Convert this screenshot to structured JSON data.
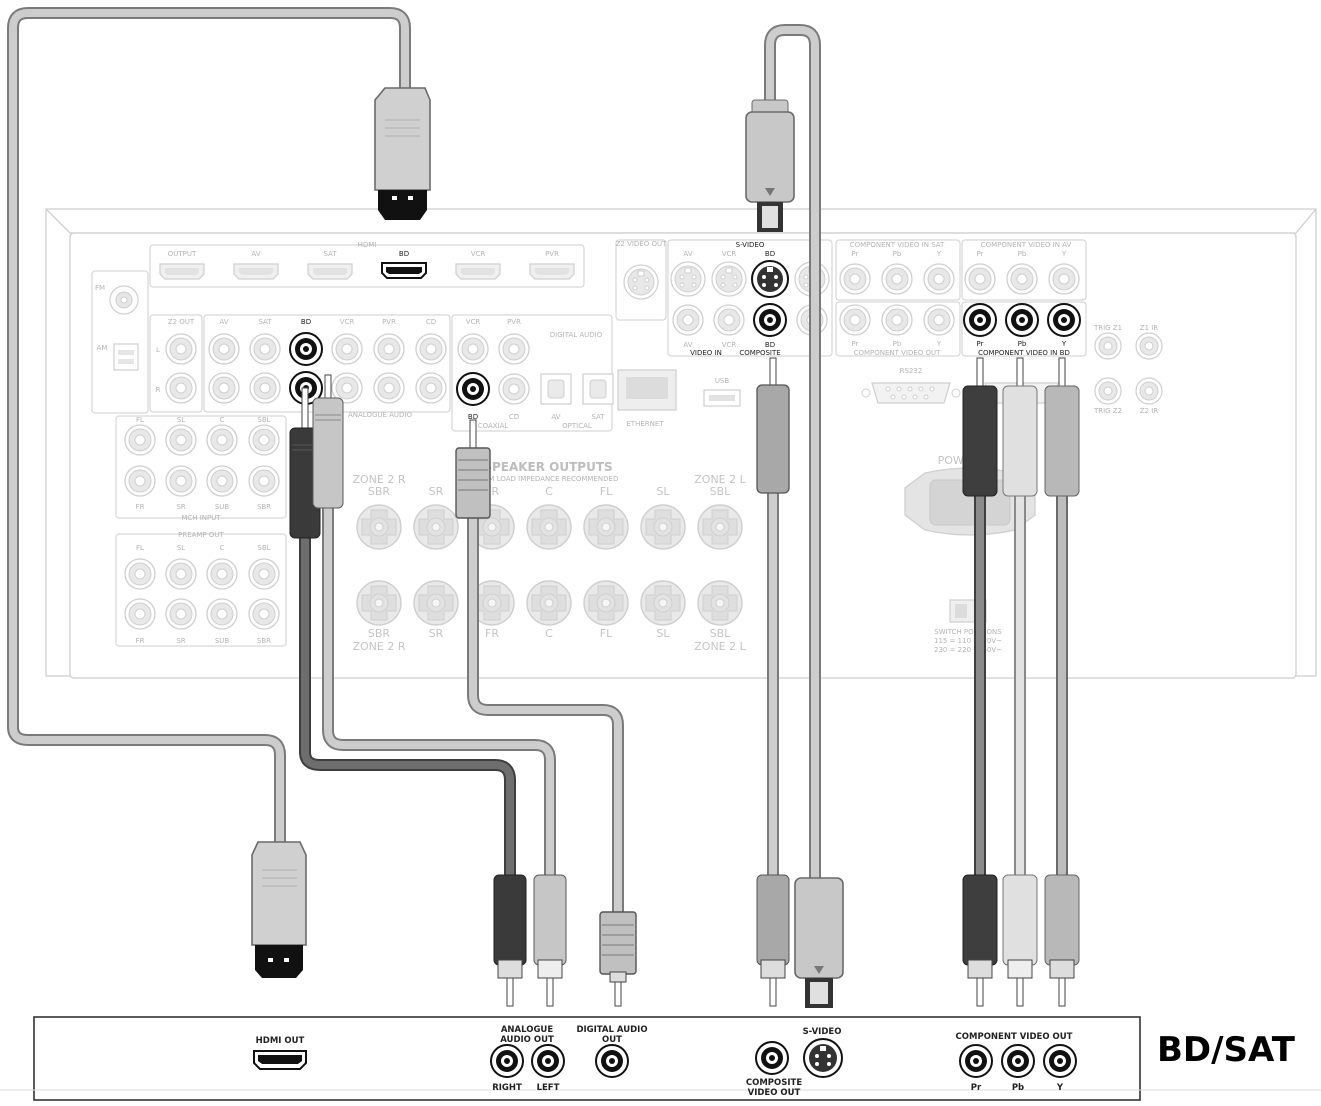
{
  "receiver": {
    "hdmi": {
      "group": "HDMI",
      "inputs": [
        "OUTPUT",
        "AV",
        "SAT",
        "BD",
        "VCR",
        "PVR"
      ]
    },
    "tuner": {
      "fm": "FM",
      "am": "AM"
    },
    "analogue": {
      "group": "ANALOGUE AUDIO",
      "z2": "Z2 OUT",
      "inputs": [
        "AV",
        "SAT",
        "BD",
        "VCR",
        "PVR",
        "CD"
      ],
      "left": "L",
      "right": "R"
    },
    "digital": {
      "title": "DIGITAL AUDIO",
      "top": [
        "VCR",
        "PVR"
      ],
      "bottom": [
        "BD",
        "CD",
        "AV",
        "SAT"
      ],
      "coaxial": "COAXIAL",
      "optical": "OPTICAL"
    },
    "ethernet": "ETHERNET",
    "usb": "USB",
    "z2video": "Z2 VIDEO OUT",
    "svideo": {
      "title": "S-VIDEO",
      "inputs": [
        "AV",
        "VCR",
        "BD"
      ],
      "video_in": "VIDEO IN",
      "composite_bd": "BD",
      "composite": "COMPOSITE"
    },
    "component_sat": {
      "title": "COMPONENT VIDEO IN SAT",
      "ch": [
        "Pr",
        "Pb",
        "Y"
      ]
    },
    "component_av": {
      "title": "COMPONENT VIDEO IN AV",
      "ch": [
        "Pr",
        "Pb",
        "Y"
      ]
    },
    "component_out": {
      "title": "COMPONENT VIDEO OUT",
      "ch": [
        "Pr",
        "Pb",
        "Y"
      ]
    },
    "component_bd": {
      "title": "COMPONENT VIDEO IN BD",
      "ch": [
        "Pr",
        "Pb",
        "Y"
      ]
    },
    "mch": {
      "title": "MCH INPUT",
      "top": [
        "FL",
        "SL",
        "C",
        "SBL"
      ],
      "bottom": [
        "FR",
        "SR",
        "SUB",
        "SBR"
      ]
    },
    "preamp": {
      "title": "PREAMP OUT",
      "top": [
        "FL",
        "SL",
        "C",
        "SBL"
      ],
      "bottom": [
        "FR",
        "SR",
        "SUB",
        "SBR"
      ]
    },
    "speakers": {
      "title": "SPEAKER OUTPUTS",
      "subtitle": "OHM LOAD IMPEDANCE RECOMMENDED",
      "zone2r": "ZONE 2 R",
      "zone2l": "ZONE 2 L",
      "top": [
        "SBR",
        "SR",
        "FR",
        "C",
        "FL",
        "SL",
        "SBL"
      ],
      "bottom": [
        "SBR",
        "SR",
        "FR",
        "C",
        "FL",
        "SL",
        "SBL"
      ]
    },
    "trig_z1": "TRIG Z1",
    "z1_ir": "Z1 IR",
    "trig_z2": "TRIG Z2",
    "z2_ir": "Z2 IR",
    "rs232": "RS232",
    "power": "POWER",
    "switch": {
      "line1": "SWITCH POSITIONS",
      "line2": "115 = 110 - 120V~",
      "line3": "230 = 220 - 240V~"
    }
  },
  "source": {
    "title": "BD/SAT",
    "hdmi_out": "HDMI OUT",
    "analogue": {
      "line1": "ANALOGUE",
      "line2": "AUDIO OUT",
      "right": "RIGHT",
      "left": "LEFT"
    },
    "digital": {
      "line1": "DIGITAL AUDIO",
      "line2": "OUT"
    },
    "composite": {
      "line1": "COMPOSITE",
      "line2": "VIDEO OUT"
    },
    "svideo": "S-VIDEO",
    "component": {
      "title": "COMPONENT VIDEO OUT",
      "ch": [
        "Pr",
        "Pb",
        "Y"
      ]
    }
  },
  "colors": {
    "cable_light": "#c8c8c8",
    "cable_mid": "#8f8f8f",
    "cable_dark": "#595959",
    "panel_line": "#cfcfcf",
    "ink": "#111111"
  }
}
